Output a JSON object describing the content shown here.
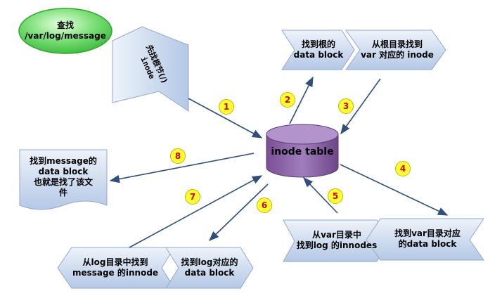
{
  "start": {
    "line1": "查找",
    "line2": "/var/log/message"
  },
  "step_root_inode": {
    "line1": "先找根节(/)",
    "line2": "inode"
  },
  "box_root_data_block": {
    "line1": "找到根的",
    "line2": "data block"
  },
  "box_var_inode": {
    "line1": "从根目录找到",
    "line2": "var 对应的 inode"
  },
  "center": {
    "label": "inode table"
  },
  "box_var_data_block": {
    "line1": "找到var目录对应",
    "line2": "的data block"
  },
  "box_log_inodes": {
    "line1": "从var目录中",
    "line2": "找到log 的innodes"
  },
  "box_log_data_block": {
    "line1": "找到log对应的",
    "line2": "data block"
  },
  "box_message_inode": {
    "line1": "从log目录中找到",
    "line2": "message 的innode"
  },
  "result_doc": {
    "line1": "找到message的",
    "line2": "data block",
    "line3": "也就是找了该文",
    "line4": "件"
  },
  "steps": [
    "1",
    "2",
    "3",
    "4",
    "5",
    "6",
    "7",
    "8"
  ],
  "colors": {
    "start_green": "#4fd24f",
    "shape_blue_light": "#dbe6f4",
    "shape_blue_dark": "#a9bfe0",
    "cylinder_purple": "#8e64a8",
    "arrow": "#2f4f7a",
    "step_circle": "#ffff33",
    "step_number": "#d40000"
  }
}
